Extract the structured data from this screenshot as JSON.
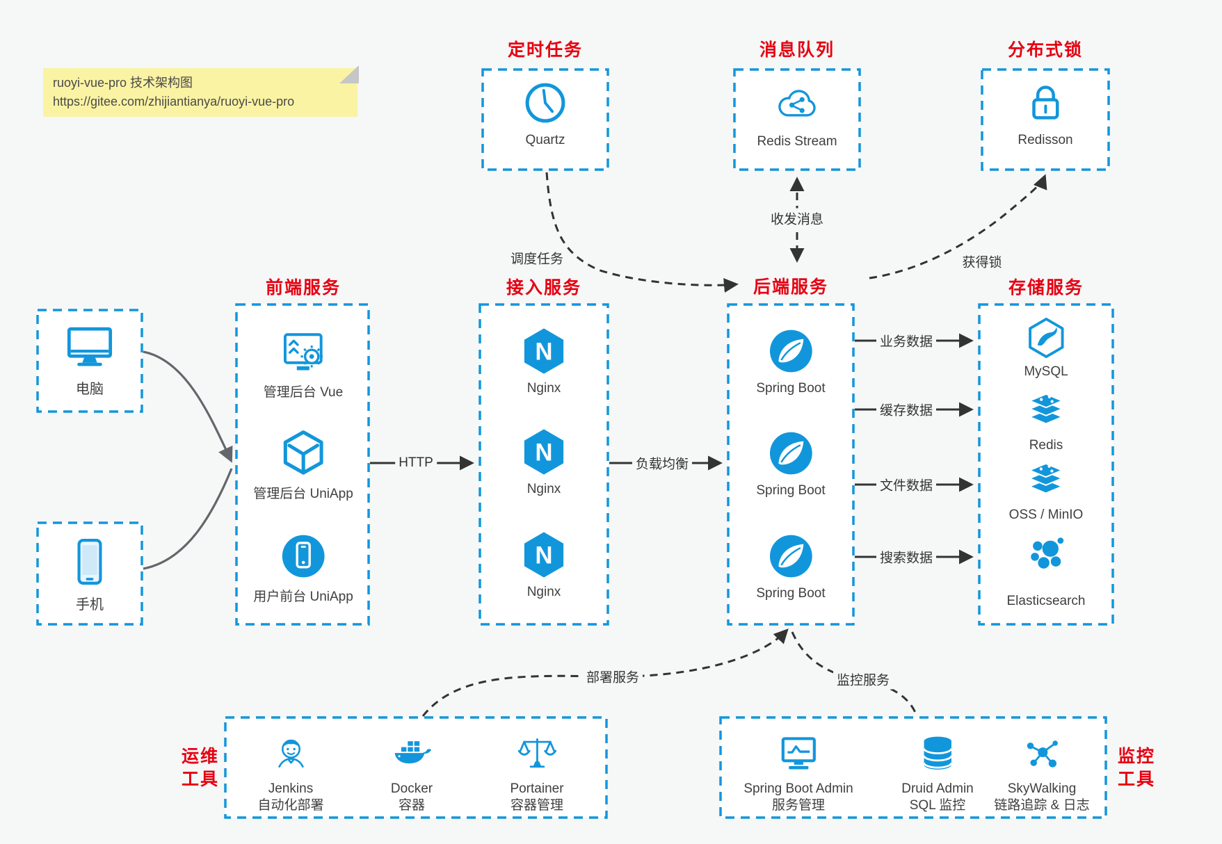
{
  "colors": {
    "accent_blue": "#1296db",
    "title_red": "#e60012",
    "note_bg": "#faf3a3",
    "arrow_dark": "#333333",
    "arrow_gray": "#63676b",
    "canvas_bg": "#f6f7f7"
  },
  "note": {
    "line1": "ruoyi-vue-pro 技术架构图",
    "line2": "https://gitee.com/zhijiantianya/ruoyi-vue-pro"
  },
  "top_groups": [
    {
      "title": "定时任务",
      "icon": "clock-icon",
      "label": "Quartz"
    },
    {
      "title": "消息队列",
      "icon": "cloud-stream-icon",
      "label": "Redis Stream"
    },
    {
      "title": "分布式锁",
      "icon": "lock-icon",
      "label": "Redisson"
    }
  ],
  "clients": [
    {
      "icon": "desktop-icon",
      "label": "电脑"
    },
    {
      "icon": "phone-icon",
      "label": "手机"
    }
  ],
  "columns": [
    {
      "title": "前端服务",
      "items": [
        {
          "icon": "admin-vue-icon",
          "label": "管理后台 Vue"
        },
        {
          "icon": "uniapp-cube-icon",
          "label": "管理后台 UniApp"
        },
        {
          "icon": "user-app-icon",
          "label": "用户前台 UniApp"
        }
      ]
    },
    {
      "title": "接入服务",
      "items": [
        {
          "icon": "nginx-icon",
          "label": "Nginx"
        },
        {
          "icon": "nginx-icon",
          "label": "Nginx"
        },
        {
          "icon": "nginx-icon",
          "label": "Nginx"
        }
      ]
    },
    {
      "title": "后端服务",
      "items": [
        {
          "icon": "spring-icon",
          "label": "Spring Boot"
        },
        {
          "icon": "spring-icon",
          "label": "Spring Boot"
        },
        {
          "icon": "spring-icon",
          "label": "Spring Boot"
        }
      ]
    },
    {
      "title": "存储服务",
      "items": [
        {
          "icon": "mysql-icon",
          "label": "MySQL"
        },
        {
          "icon": "redis-icon",
          "label": "Redis"
        },
        {
          "icon": "oss-icon",
          "label": "OSS / MinIO"
        },
        {
          "icon": "elasticsearch-icon",
          "label": "Elasticsearch"
        }
      ]
    }
  ],
  "bottom_groups": [
    {
      "side_label_line1": "运维",
      "side_label_line2": "工具",
      "items": [
        {
          "icon": "jenkins-icon",
          "label1": "Jenkins",
          "label2": "自动化部署"
        },
        {
          "icon": "docker-icon",
          "label1": "Docker",
          "label2": "容器"
        },
        {
          "icon": "portainer-icon",
          "label1": "Portainer",
          "label2": "容器管理"
        }
      ]
    },
    {
      "side_label_line1": "监控",
      "side_label_line2": "工具",
      "items": [
        {
          "icon": "spring-boot-admin-icon",
          "label1": "Spring Boot Admin",
          "label2": "服务管理"
        },
        {
          "icon": "druid-icon",
          "label1": "Druid Admin",
          "label2": "SQL 监控"
        },
        {
          "icon": "skywalking-icon",
          "label1": "SkyWalking",
          "label2": "链路追踪 & 日志"
        }
      ]
    }
  ],
  "edge_labels": {
    "http": "HTTP",
    "load_balance": "负载均衡",
    "schedule": "调度任务",
    "messages": "收发消息",
    "acquire_lock": "获得锁",
    "business_data": "业务数据",
    "cache_data": "缓存数据",
    "file_data": "文件数据",
    "search_data": "搜索数据",
    "deploy": "部署服务",
    "monitor": "监控服务"
  },
  "icon_glyphs": {
    "nginx": "N"
  }
}
